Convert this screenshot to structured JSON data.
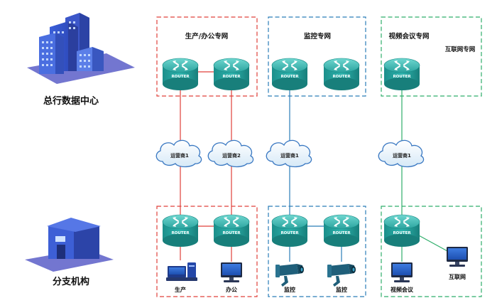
{
  "headquarters": {
    "label": "总行数据中心"
  },
  "branch": {
    "label": "分支机构"
  },
  "zones": {
    "production_office": {
      "label": "生产/办公专网",
      "color": "#e0403a"
    },
    "monitoring": {
      "label": "监控专网",
      "color": "#2a7db8"
    },
    "video": {
      "label": "视频会议专网",
      "color": "#2eae6a"
    },
    "internet": {
      "label": "互联网专网"
    }
  },
  "router_label": "ROUTER",
  "clouds": [
    "运营商1",
    "运营商2",
    "运营商1",
    "运营商1"
  ],
  "devices": {
    "production": "生产",
    "office": "办公",
    "monitor_1": "监控",
    "monitor_2": "监控",
    "video_conference": "视频会议",
    "internet": "互联网"
  }
}
